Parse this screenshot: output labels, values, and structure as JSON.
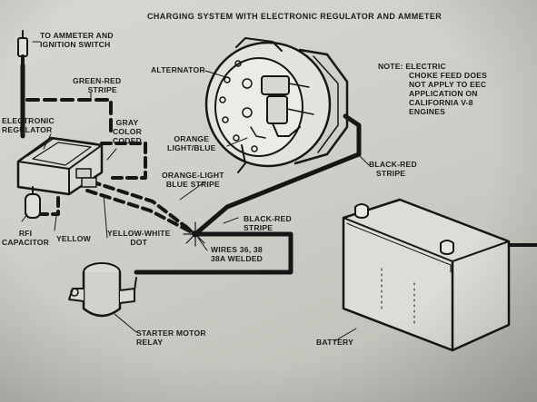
{
  "title": "CHARGING SYSTEM WITH ELECTRONIC REGULATOR AND AMMETER",
  "labels": {
    "ammeter": [
      "TO AMMETER AND",
      "IGNITION SWITCH"
    ],
    "green_red": [
      "GREEN-RED",
      "STRIPE"
    ],
    "electronic_regulator": [
      "ELECTRONIC",
      "REGULATOR"
    ],
    "gray": [
      "GRAY",
      "COLOR",
      "CODED"
    ],
    "alternator": "ALTERNATOR",
    "orange_light_blue": [
      "ORANGE",
      "LIGHT/BLUE"
    ],
    "orange_light_blue_stripe": [
      "ORANGE-LIGHT",
      "BLUE STRIPE"
    ],
    "black_red_top": [
      "BLACK-RED",
      "STRIPE"
    ],
    "black_red_mid": [
      "BLACK-RED",
      "STRIPE"
    ],
    "rfi_capacitor": [
      "RFI",
      "CAPACITOR"
    ],
    "yellow": "YELLOW",
    "yellow_white": [
      "YELLOW-WHITE",
      "DOT"
    ],
    "wires_welded": [
      "WIRES 36, 38",
      "38A WELDED"
    ],
    "starter_relay": [
      "STARTER MOTOR",
      "RELAY"
    ],
    "battery": "BATTERY"
  },
  "note": [
    "NOTE:  ELECTRIC",
    "CHOKE FEED DOES",
    "NOT APPLY TO EEC",
    "APPLICATION ON",
    "CALIFORNIA V-8",
    "ENGINES"
  ]
}
